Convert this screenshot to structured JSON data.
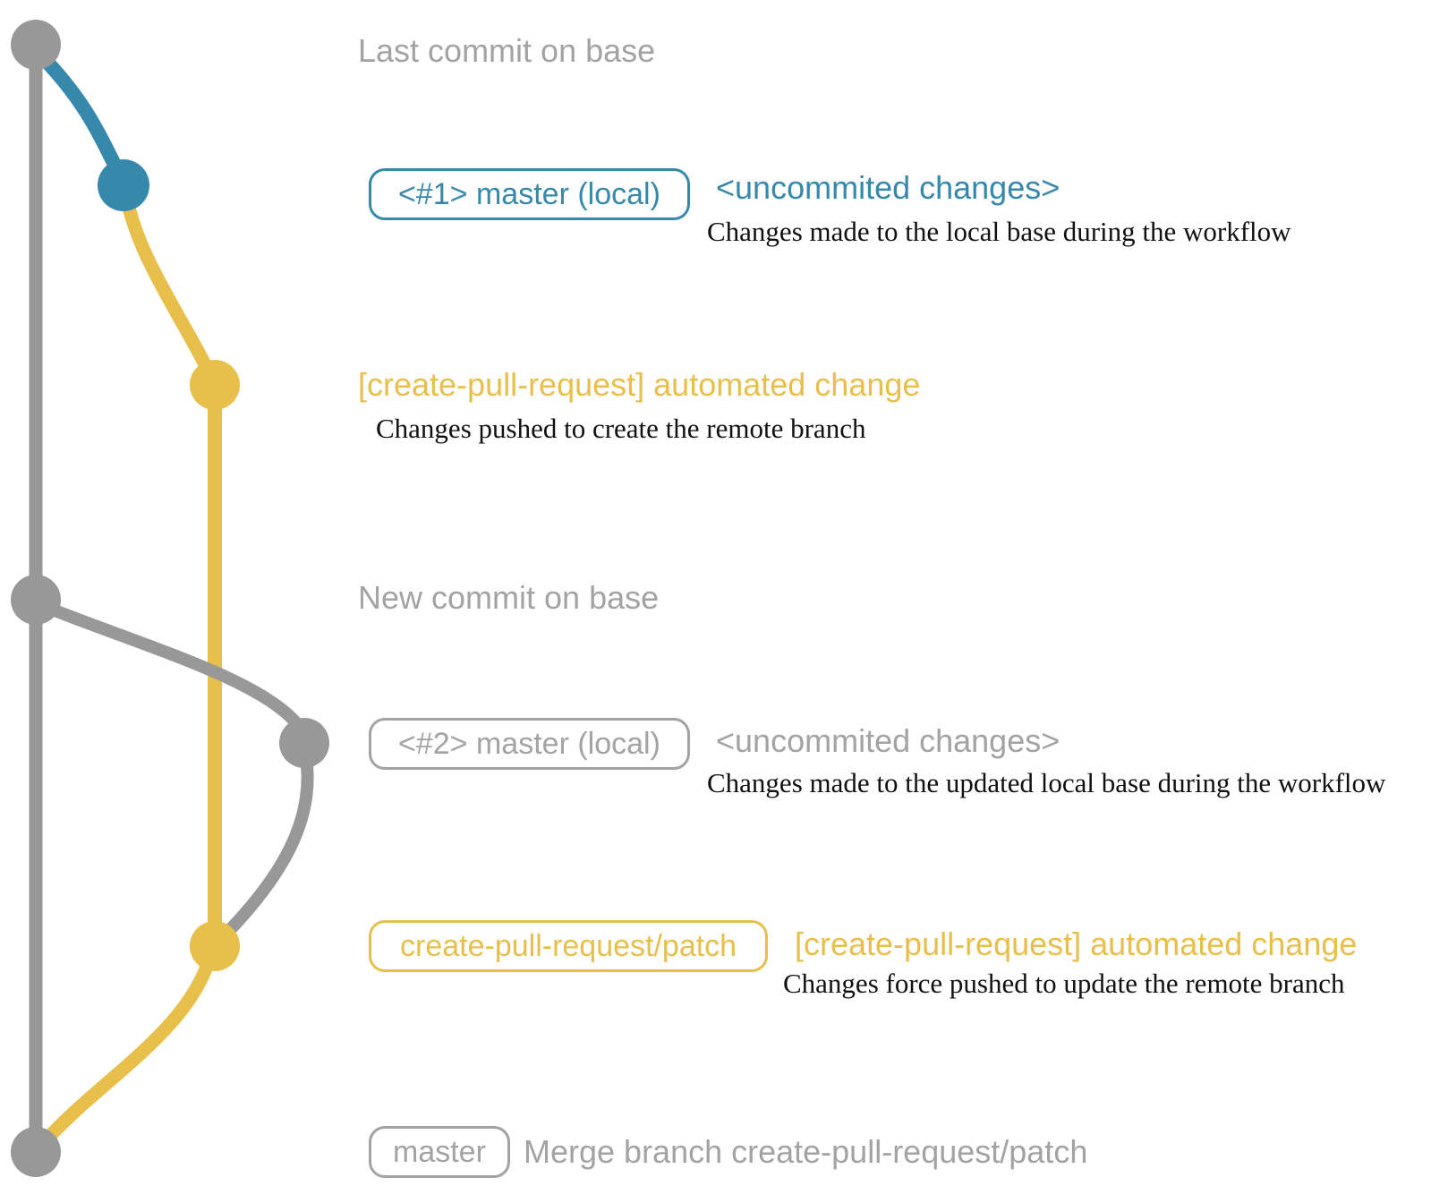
{
  "palette": {
    "gray": "#989898",
    "gray-text": "#a3a3a3",
    "blue": "#3789ab",
    "yellow": "#e8bf4b",
    "black": "#111111"
  },
  "rows": {
    "last_commit": {
      "label": "Last commit on base"
    },
    "commit1": {
      "badge": "<#1> master (local)",
      "title": "<uncommited changes>",
      "description": "Changes made to the local base during the workflow"
    },
    "push1": {
      "title": "[create-pull-request] automated change",
      "description": "Changes pushed to create the remote branch"
    },
    "new_commit": {
      "label": "New commit on base"
    },
    "commit2": {
      "badge": "<#2> master (local)",
      "title": "<uncommited changes>",
      "description": "Changes made to the updated local base during the workflow"
    },
    "push2": {
      "badge": "create-pull-request/patch",
      "title": "[create-pull-request] automated change",
      "description": "Changes force pushed to update the remote branch"
    },
    "merge": {
      "badge": "master",
      "label": "Merge branch create-pull-request/patch"
    }
  }
}
